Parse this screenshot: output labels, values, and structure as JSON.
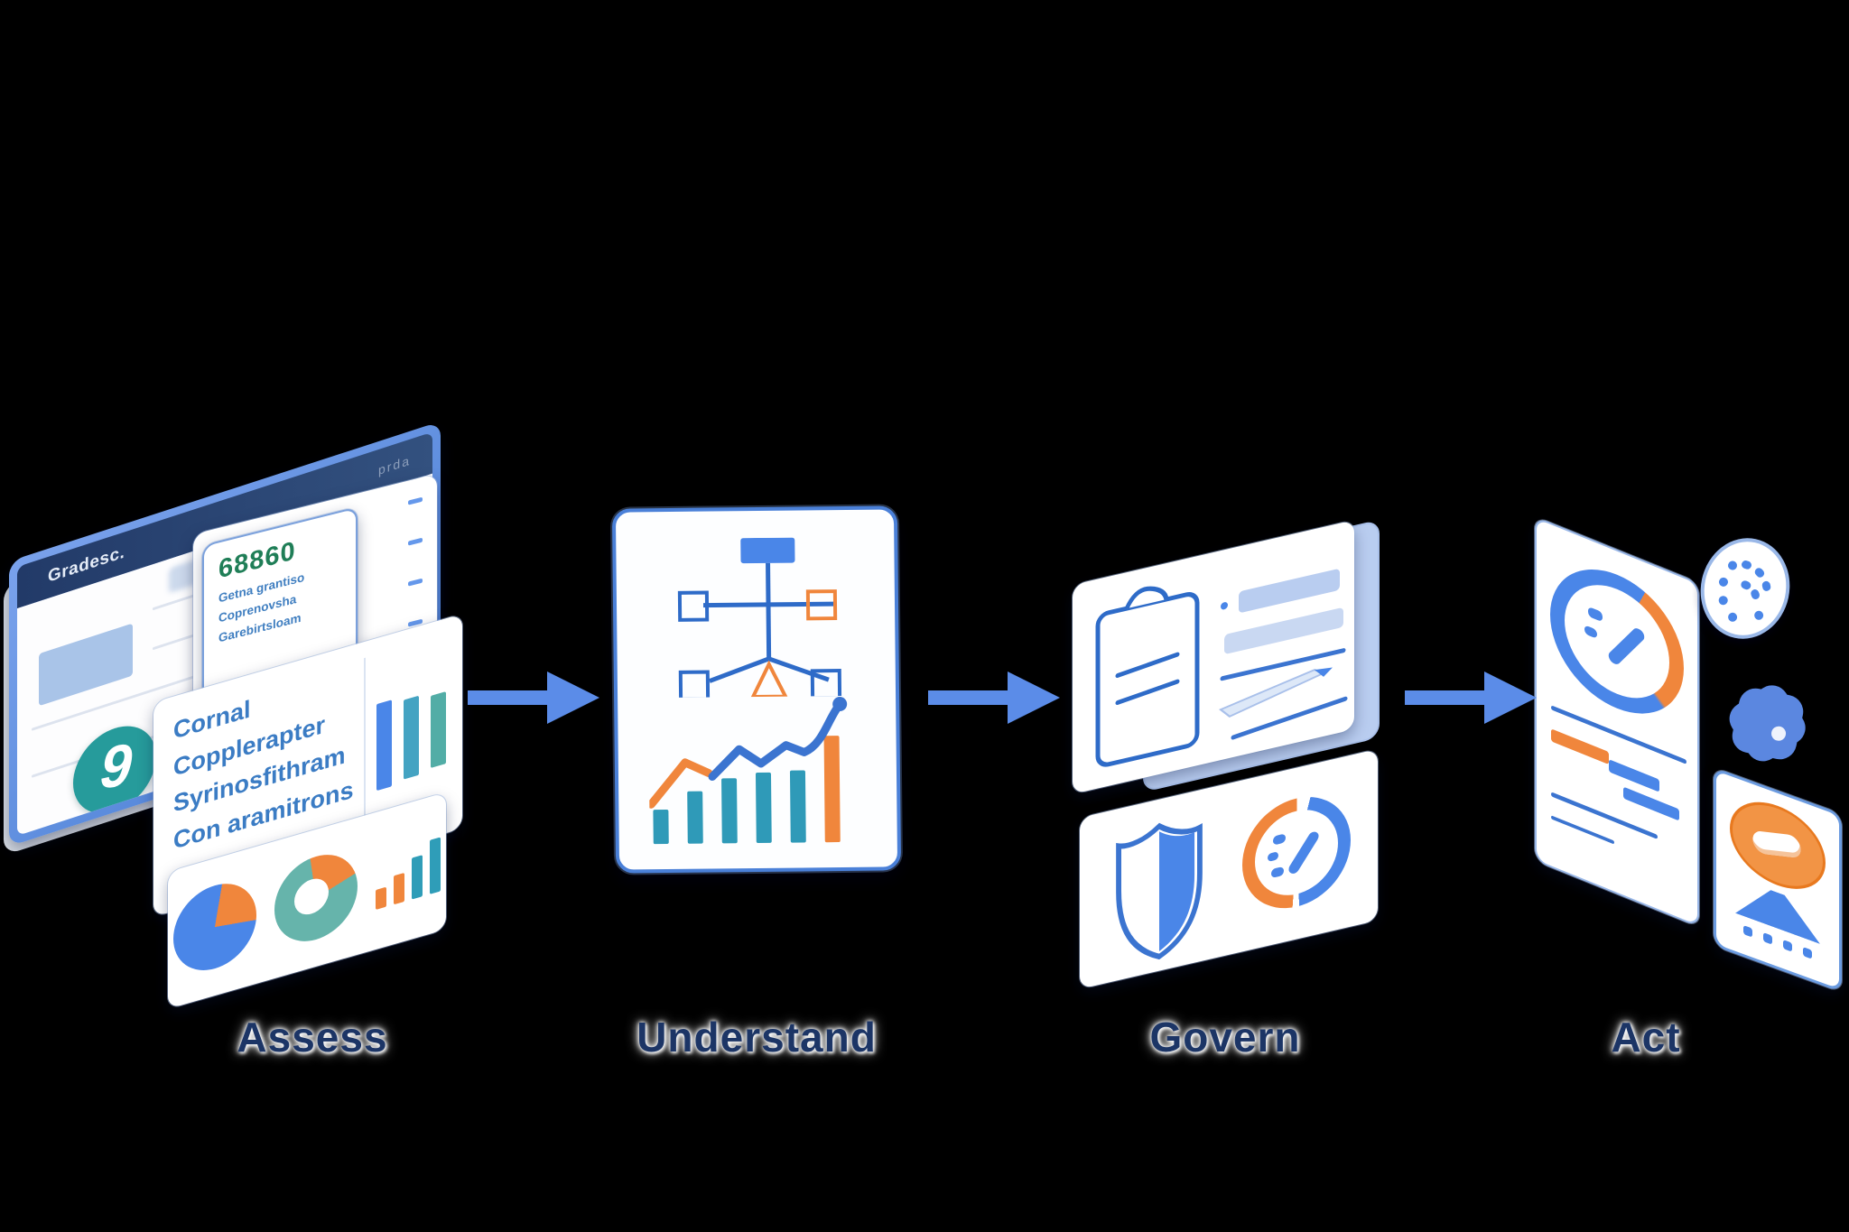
{
  "background": "#000000",
  "palette": {
    "arrow_blue": "#5b8ce8",
    "fill_blue": "#4a86e8",
    "stroke_blue": "#2e6bc8",
    "line_blue": "#3b74d0",
    "light_blue": "#b9cdf0",
    "orange": "#f0863c",
    "teal": "#2f9ab8",
    "teal_logo": "#269b9b",
    "metric_green": "#1f7e57",
    "titlebar_navy": "#223a68",
    "label_navy": "#1c3566",
    "card_white": "#ffffff"
  },
  "stages": [
    {
      "id": "assess",
      "label": "Assess"
    },
    {
      "id": "understand",
      "label": "Understand"
    },
    {
      "id": "govern",
      "label": "Govern"
    },
    {
      "id": "act",
      "label": "Act"
    }
  ],
  "arrows": [
    {
      "name": "arrow-assess-to-understand",
      "direction": "right",
      "color": "#5b8ce8"
    },
    {
      "name": "arrow-understand-to-govern",
      "direction": "right",
      "color": "#5b8ce8"
    },
    {
      "name": "arrow-govern-to-act",
      "direction": "right",
      "color": "#5b8ce8"
    }
  ],
  "assess": {
    "browser": {
      "title": "Gradesc.",
      "title_hint": "prda"
    },
    "metric_card": {
      "value": "68860",
      "lines": [
        "Getna grantiso",
        "Coprenovsha",
        "Garebirtsloam"
      ]
    },
    "text_card": {
      "lines": [
        "Cornal",
        "Copplerapter",
        "Syrinosfithram",
        "Con aramitrons"
      ],
      "bars": [
        {
          "color": "#4a86e8",
          "h": 96,
          "w": 17
        },
        {
          "color": "#44a3c2",
          "h": 88,
          "w": 17
        },
        {
          "color": "#52ada6",
          "h": 80,
          "w": 17
        }
      ]
    },
    "chart_card": {
      "pie1": {
        "slices": [
          {
            "color": "#f0863c",
            "pct": 24
          },
          {
            "color": "#4a86e8",
            "pct": 76
          }
        ]
      },
      "pie2": {
        "slices": [
          {
            "color": "#f0863c",
            "pct": 22
          },
          {
            "color": "#66b4ab",
            "pct": 78
          }
        ]
      },
      "mini_bars": [
        {
          "color": "#f0863c",
          "h": 22,
          "w": 12
        },
        {
          "color": "#f0863c",
          "h": 32,
          "w": 12
        },
        {
          "color": "#2f9db8",
          "h": 46,
          "w": 12
        },
        {
          "color": "#2f9db8",
          "h": 60,
          "w": 12
        }
      ]
    }
  },
  "understand": {
    "chart": {
      "bars": [
        {
          "color": "#2f9ab8",
          "h": 38
        },
        {
          "color": "#2f9ab8",
          "h": 58
        },
        {
          "color": "#2f9ab8",
          "h": 72
        },
        {
          "color": "#2f9ab8",
          "h": 78
        },
        {
          "color": "#2f9ab8",
          "h": 80
        },
        {
          "color": "#f0863c",
          "h": 118
        }
      ]
    }
  },
  "icons": {
    "assess_logo": "teal-ring-logo-icon",
    "understand_flow": "org-chart-icon",
    "understand_trend": "growth-chart-icon",
    "govern_doc": "clipboard-icon",
    "govern_pencil": "pencil-icon",
    "govern_shield": "shield-icon",
    "govern_ring": "progress-ring-check-icon",
    "act_ring": "progress-ring-check-icon",
    "act_badge": "radar-dots-icon",
    "act_gear": "gear-icon",
    "act_avatar": "megaphone-avatar-icon"
  }
}
